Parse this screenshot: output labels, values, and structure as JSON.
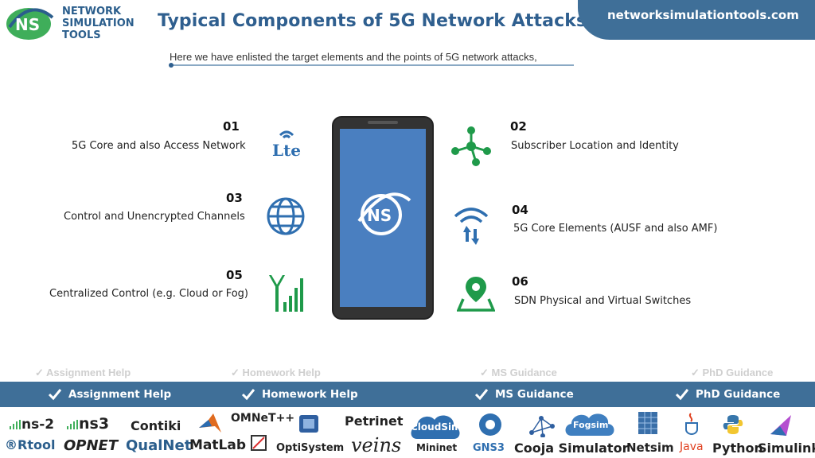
{
  "header": {
    "logo": {
      "line1": "NETWORK",
      "line2": "SIMULATION",
      "line3": "TOOLS",
      "badge": "NS"
    },
    "title": "Typical Components of 5G Network Attacks",
    "site": "networksimulationtools.com",
    "subtitle": "Here we have enlisted the target elements and the points of 5G network attacks,"
  },
  "phone": {
    "logo": "NS"
  },
  "items": [
    {
      "num": "01",
      "label": "5G Core and also Access Network",
      "icon": "lte-icon"
    },
    {
      "num": "02",
      "label": "Subscriber Location and Identity",
      "icon": "network-nodes-icon"
    },
    {
      "num": "03",
      "label": "Control and Unencrypted Channels",
      "icon": "globe-icon"
    },
    {
      "num": "04",
      "label": "5G Core Elements (AUSF and also AMF)",
      "icon": "wifi-transfer-icon"
    },
    {
      "num": "05",
      "label": "Centralized Control (e.g. Cloud or Fog)",
      "icon": "signal-tower-icon"
    },
    {
      "num": "06",
      "label": "SDN Physical and Virtual Switches",
      "icon": "map-pin-icon"
    }
  ],
  "lte_text": "Lte",
  "banner": {
    "items": [
      "Assignment Help",
      "Homework Help",
      "MS  Guidance",
      "PhD  Guidance"
    ],
    "ghost": [
      "Assignment Help",
      "Homework Help",
      "MS  Guidance",
      "PhD  Guidance"
    ]
  },
  "tools": [
    "ns-2",
    "ns3",
    "Contiki",
    "OMNeT++",
    "Petrinet",
    "Rtool",
    "OPNET",
    "QualNet",
    "MatLab",
    "OptiSystem",
    "veins",
    "CloudSim",
    "Mininet",
    "GNS3",
    "Cooja Simulator",
    "Fogsim",
    "Netsim",
    "Java",
    "Python",
    "Simulink"
  ],
  "colors": {
    "brand": "#3f6f98",
    "title": "#2f5f8f",
    "icon_green": "#1f9a4a",
    "icon_blue": "#2f6fb0",
    "screen": "#4a7fc0"
  }
}
